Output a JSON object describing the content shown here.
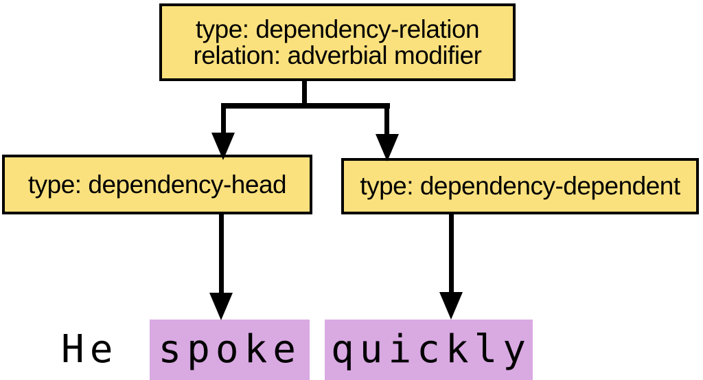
{
  "colors": {
    "background": "#ffffff",
    "node-fill": "#FBE17D",
    "node-border": "#000000",
    "line": "#000000",
    "highlight-fill": "#D9A9E2",
    "text": "#000000"
  },
  "nodes": {
    "relation": {
      "lines": [
        "type: dependency-relation",
        "relation: adverbial modifier"
      ]
    },
    "head": {
      "label": "type: dependency-head"
    },
    "dependent": {
      "label": "type: dependency-dependent"
    }
  },
  "sentence": {
    "tokens": [
      {
        "text": "He",
        "highlighted": false
      },
      {
        "text": "spoke",
        "highlighted": true
      },
      {
        "text": "quickly",
        "highlighted": true
      }
    ]
  }
}
